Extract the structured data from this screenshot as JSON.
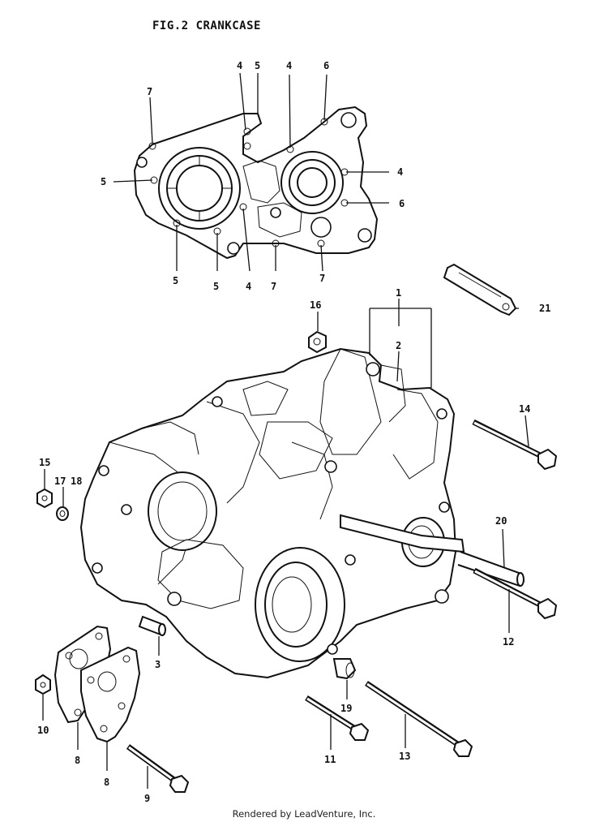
{
  "figure": {
    "title": "FIG.2  CRANKCASE",
    "footer": "Rendered by LeadVenture, Inc."
  },
  "callouts": {
    "c4a": "4",
    "c5a": "5",
    "c4b": "4",
    "c6a": "6",
    "c7a": "7",
    "c5b": "5",
    "c4c": "4",
    "c6b": "6",
    "c5c": "5",
    "c5d": "5",
    "c4d": "4",
    "c7b": "7",
    "c7c": "7",
    "c1": "1",
    "c2": "2",
    "c16": "16",
    "c21": "21",
    "c14": "14",
    "c15": "15",
    "c17": "17",
    "c18": "18",
    "c20": "20",
    "c12": "12",
    "c3": "3",
    "c19": "19",
    "c10": "10",
    "c8a": "8",
    "c8b": "8",
    "c9": "9",
    "c11": "11",
    "c13": "13"
  }
}
